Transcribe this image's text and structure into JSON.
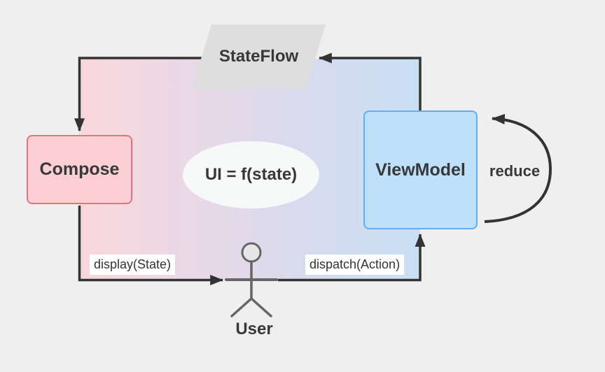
{
  "diagram": {
    "title_hint": "unidirectional-data-flow",
    "nodes": {
      "stateflow": {
        "label": "StateFlow",
        "shape": "parallelogram",
        "fill": "#dedede"
      },
      "compose": {
        "label": "Compose",
        "shape": "rounded-rect",
        "fill": "#fccfd4",
        "border": "#e4737e"
      },
      "viewmodel": {
        "label": "ViewModel",
        "shape": "rounded-rect",
        "fill": "#bee0fa",
        "border": "#61aef2"
      },
      "equation": {
        "label": "UI = f(state)",
        "shape": "ellipse",
        "fill": "#f7f8f8"
      },
      "user": {
        "label": "User",
        "shape": "stick-figure"
      }
    },
    "edges": {
      "display_edge": {
        "label": "display(State)",
        "from": "Compose",
        "to": "User"
      },
      "dispatch_edge": {
        "label": "dispatch(Action)",
        "from": "User",
        "to": "ViewModel"
      },
      "reduce_edge": {
        "label": "reduce",
        "from": "ViewModel",
        "to": "ViewModel"
      },
      "stateflow_in": {
        "label": "",
        "from": "ViewModel",
        "to": "StateFlow"
      },
      "stateflow_out": {
        "label": "",
        "from": "StateFlow",
        "to": "Compose"
      }
    },
    "colors": {
      "background": "#efefef",
      "arrow": "#333333",
      "figure": "#666666",
      "figure_head_fill": "#e7e7e7",
      "gradient_left_pink": "#f9d7db",
      "gradient_mid_lavender": "#e7d9e8",
      "gradient_mid_blue": "#d7dbee",
      "gradient_right_blue": "#c9dff5"
    }
  }
}
